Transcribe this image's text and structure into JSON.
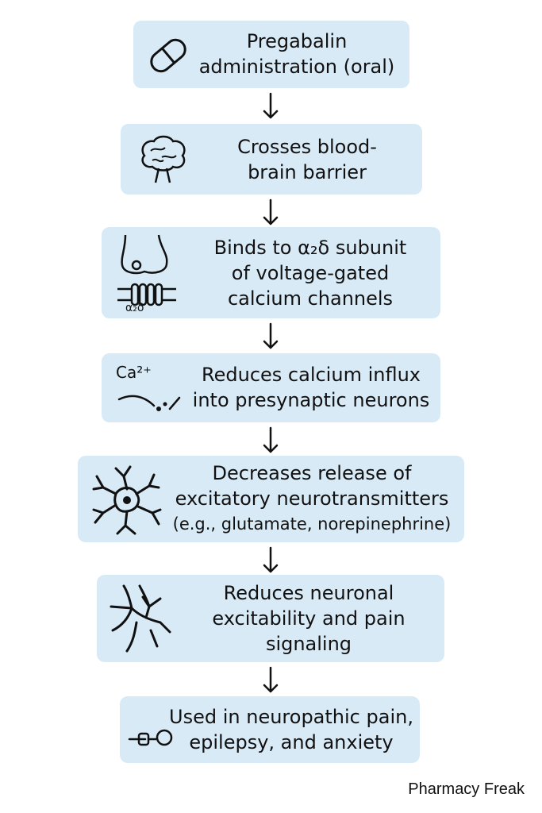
{
  "steps": [
    {
      "icon": "pill-icon",
      "lines": [
        "Pregabalin",
        "administration (oral)"
      ]
    },
    {
      "icon": "brain-icon",
      "lines": [
        "Crosses blood-",
        "brain barrier"
      ]
    },
    {
      "icon": "synapse-channel-icon",
      "icon_label": "α₂δ",
      "lines": [
        "Binds to α₂δ subunit",
        "of voltage-gated",
        "calcium channels"
      ]
    },
    {
      "icon": "calcium-ion-icon",
      "icon_label": "Ca²⁺",
      "lines": [
        "Reduces calcium influx",
        "into presynaptic neurons"
      ]
    },
    {
      "icon": "neuron-icon",
      "lines": [
        "Decreases release of",
        "excitatory neurotransmitters",
        "(e.g., glutamate, norepinephrine)"
      ]
    },
    {
      "icon": "nerve-branch-icon",
      "lines": [
        "Reduces neuronal",
        "excitability and pain",
        "signaling"
      ]
    },
    {
      "icon": "stethoscope-icon",
      "lines": [
        "Used in neuropathic pain,",
        "epilepsy, and anxiety"
      ]
    }
  ],
  "brand": "Pharmacy Freak",
  "colors": {
    "box_fill": "#d9eaf7",
    "ink": "#111111",
    "background": "#ffffff"
  }
}
